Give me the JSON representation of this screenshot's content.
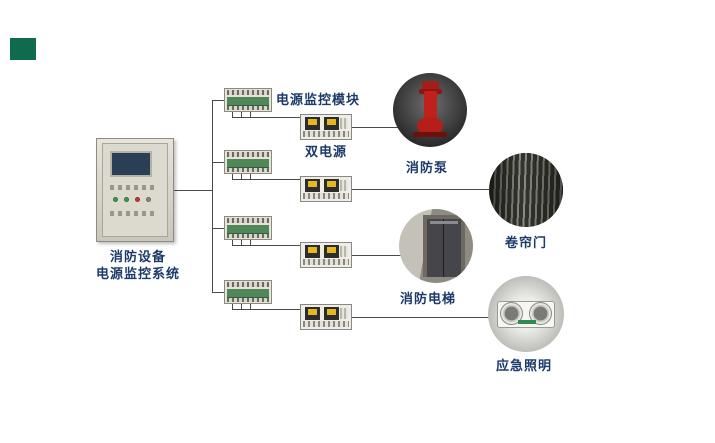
{
  "cabinet": {
    "label_line1": "消防设备",
    "label_line2": "电源监控系统"
  },
  "labels": {
    "module": "电源监控模块",
    "dual_power": "双电源",
    "fire_pump": "消防泵",
    "roller_door": "卷帘门",
    "fire_elevator": "消防电梯",
    "emergency_lighting": "应急照明"
  },
  "colors": {
    "label_text": "#1c3a6a",
    "wire": "#4a4a4a",
    "legend_green": "#0e6b4e",
    "module_board_green": "#4f8757",
    "ats_yellow": "#e4b81e",
    "pump_red": "#c0211c"
  }
}
